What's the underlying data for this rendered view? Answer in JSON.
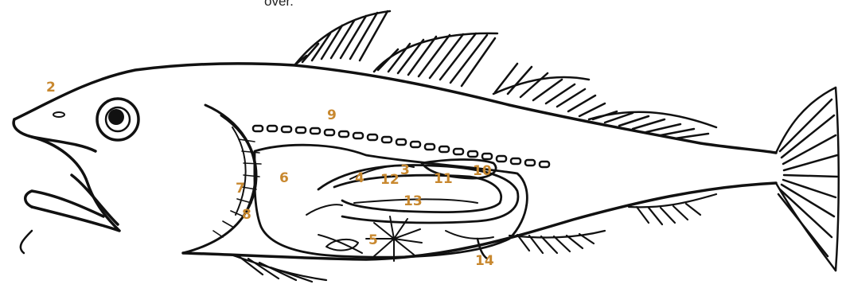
{
  "caption_fragment": "over.",
  "label_color": "#c8882f",
  "labels": [
    {
      "id": "2",
      "text": "2"
    },
    {
      "id": "3",
      "text": "3"
    },
    {
      "id": "4",
      "text": "4"
    },
    {
      "id": "5",
      "text": "5"
    },
    {
      "id": "6",
      "text": "6"
    },
    {
      "id": "7",
      "text": "7"
    },
    {
      "id": "8",
      "text": "8"
    },
    {
      "id": "9",
      "text": "9"
    },
    {
      "id": "10",
      "text": "10"
    },
    {
      "id": "11",
      "text": "11"
    },
    {
      "id": "12",
      "text": "12"
    },
    {
      "id": "13",
      "text": "13"
    },
    {
      "id": "14",
      "text": "14"
    }
  ]
}
